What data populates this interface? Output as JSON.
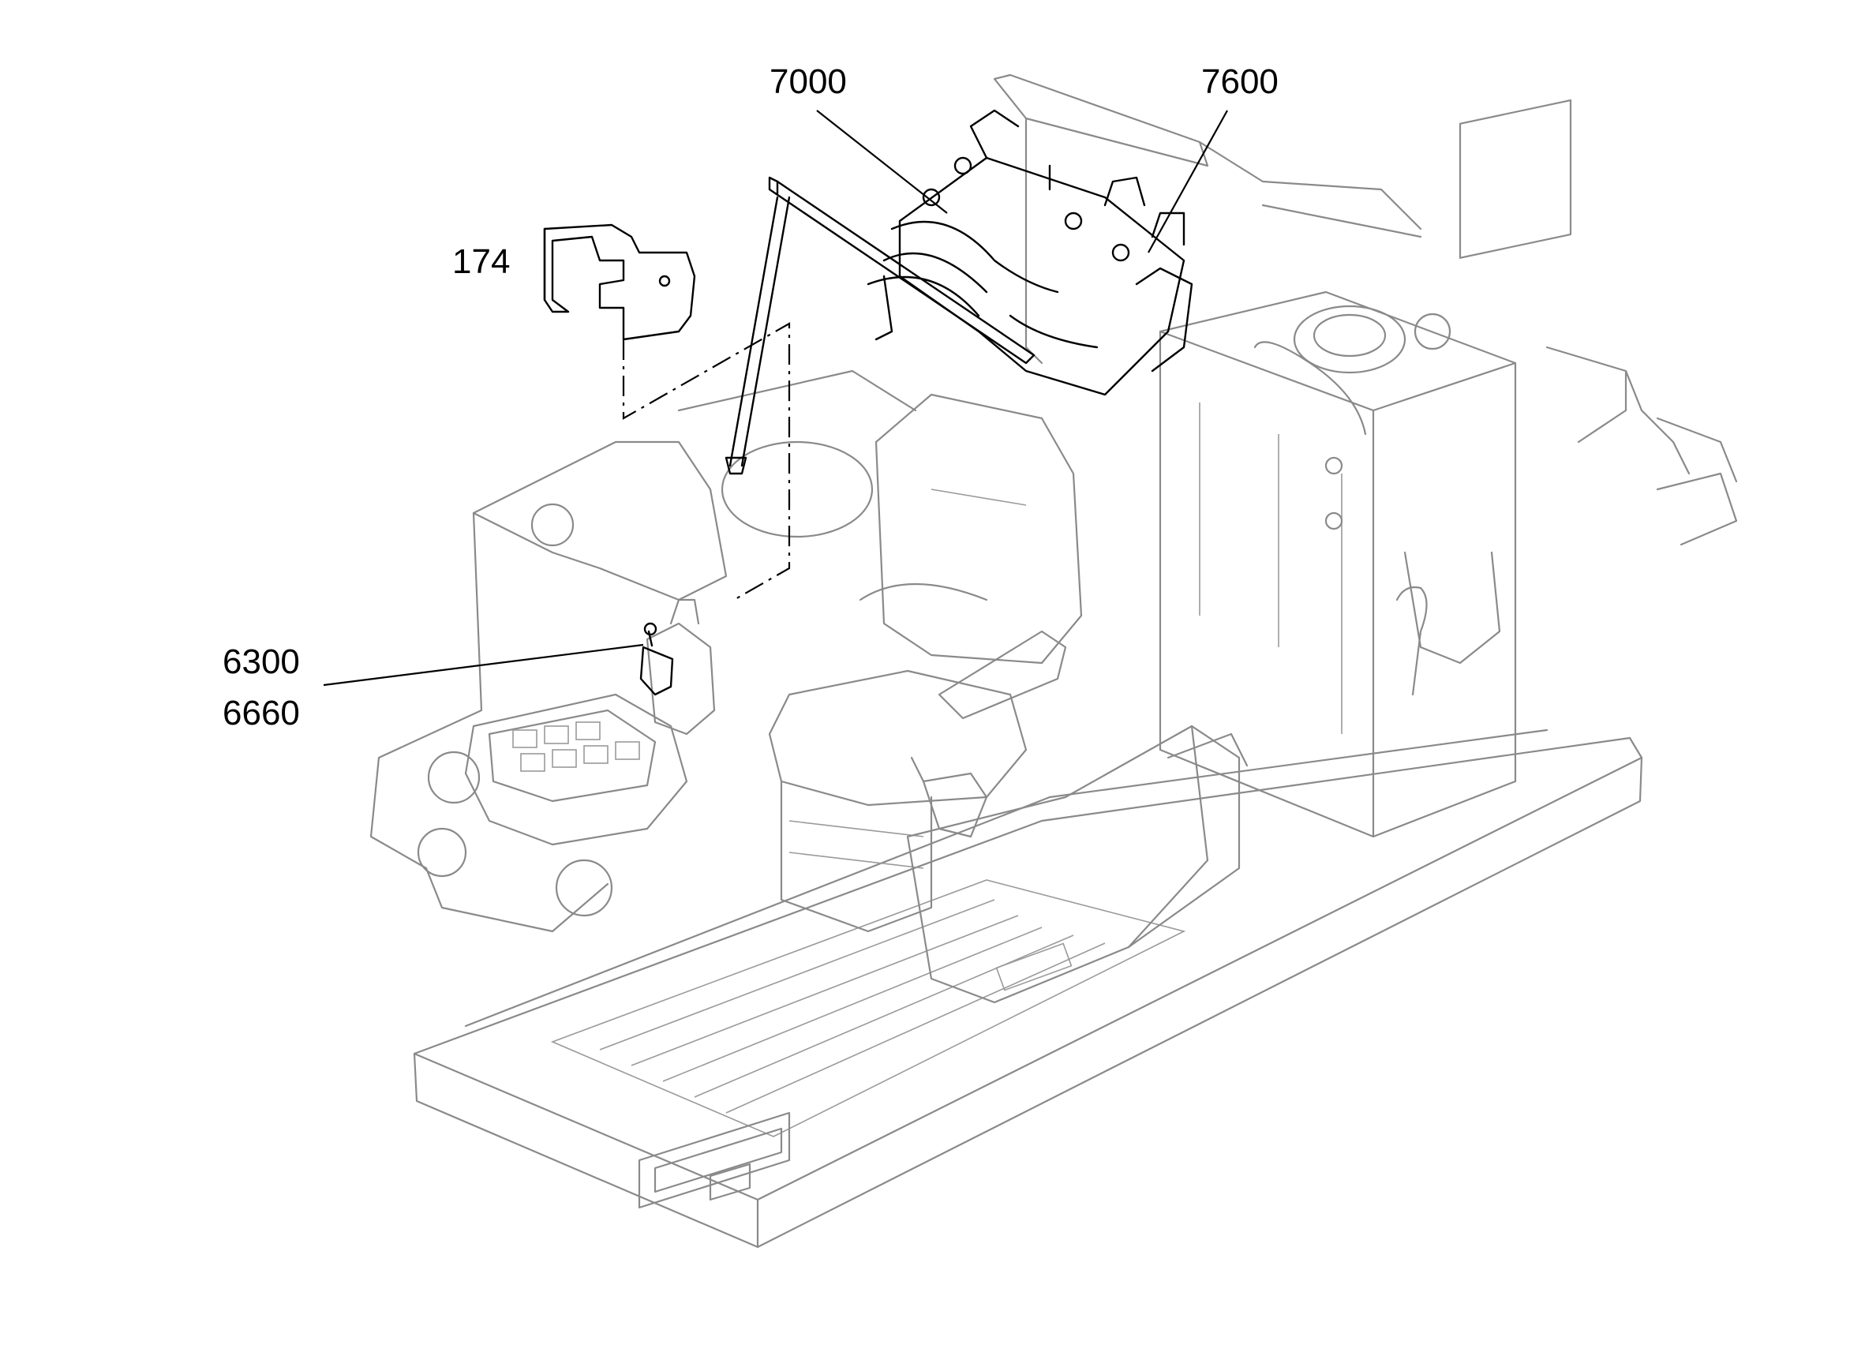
{
  "diagram": {
    "callouts": {
      "c174": "174",
      "c7000": "7000",
      "c7600": "7600",
      "c6300": "6300",
      "c6660": "6660"
    },
    "icons": [
      "cab-floor-assembly-drawing",
      "operator-seat-drawing",
      "joystick-drawing",
      "control-valve-block-drawing",
      "hydraulic-tank-drawing",
      "bracket-part-174-drawing"
    ]
  }
}
